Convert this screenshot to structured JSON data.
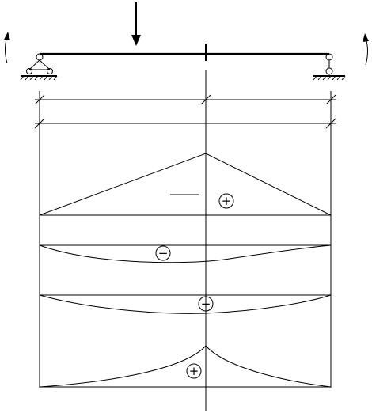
{
  "diagram": {
    "type": "structural-beam-diagrams",
    "stroke_color": "#000000",
    "background": "#ffffff",
    "signs": {
      "plus": "+",
      "minus": "−"
    },
    "regions": [
      {
        "name": "triangular-moment-diagram",
        "sign": "plus"
      },
      {
        "name": "upper-curved-diagram",
        "sign": "minus"
      },
      {
        "name": "lower-curved-diagram",
        "sign": "minus"
      },
      {
        "name": "cusp-diagram",
        "sign": "plus"
      }
    ],
    "icons": [
      "left-moment-arrow-icon",
      "right-moment-arrow-icon",
      "load-arrow-icon",
      "pinned-support-icon",
      "roller-support-icon"
    ]
  }
}
